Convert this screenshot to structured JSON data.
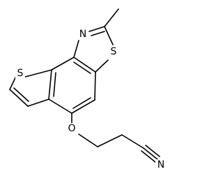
{
  "molecule": {
    "atoms": {
      "thiophene_s": "S",
      "thiazole_n": "N",
      "thiazole_s": "S",
      "ether_o": "O",
      "nitrile_n": "N"
    },
    "colors": {
      "bond": "#000000",
      "label": "#000000",
      "background": "#ffffff"
    }
  }
}
